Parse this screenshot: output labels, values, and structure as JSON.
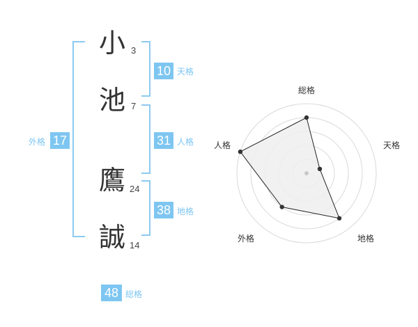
{
  "name": {
    "chars": [
      {
        "char": "小",
        "strokes": "3"
      },
      {
        "char": "池",
        "strokes": "7"
      },
      {
        "char": "鷹",
        "strokes": "24"
      },
      {
        "char": "誠",
        "strokes": "14"
      }
    ]
  },
  "fortunes": {
    "tenkaku": {
      "label": "天格",
      "value": "10"
    },
    "jinkaku": {
      "label": "人格",
      "value": "31"
    },
    "chikaku": {
      "label": "地格",
      "value": "38"
    },
    "gaikaku": {
      "label": "外格",
      "value": "17"
    },
    "soukaku": {
      "label": "総格",
      "value": "48"
    }
  },
  "colors": {
    "accent": "#7ec6f1",
    "bracket": "#8ccaf0",
    "radar_fill": "#efefef",
    "radar_ring": "#d9d9d9"
  },
  "chart_data": {
    "type": "radar",
    "axes": [
      "総格",
      "天格",
      "地格",
      "外格",
      "人格"
    ],
    "max": 5,
    "rings": 5,
    "values": [
      4,
      1,
      4,
      3,
      5
    ]
  }
}
